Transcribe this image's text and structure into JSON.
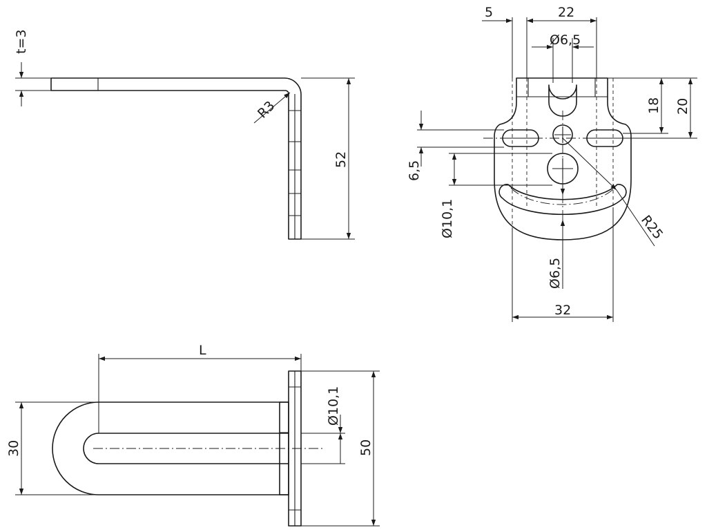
{
  "drawing": {
    "side_view": {
      "thickness_label": "t=3",
      "bend_radius_label": "R3",
      "height_label": "52"
    },
    "front_view": {
      "dim_5": "5",
      "dim_22": "22",
      "dim_hole_top": "Ø6,5",
      "dim_18": "18",
      "dim_20": "20",
      "dim_6_5": "6,5",
      "dim_dia_10_1": "Ø10,1",
      "dim_r25": "R25",
      "dim_hole_bottom": "Ø6,5",
      "dim_32": "32"
    },
    "top_view": {
      "dim_L": "L",
      "dim_dia_10_1": "Ø10,1",
      "dim_30": "30",
      "dim_50": "50"
    }
  }
}
